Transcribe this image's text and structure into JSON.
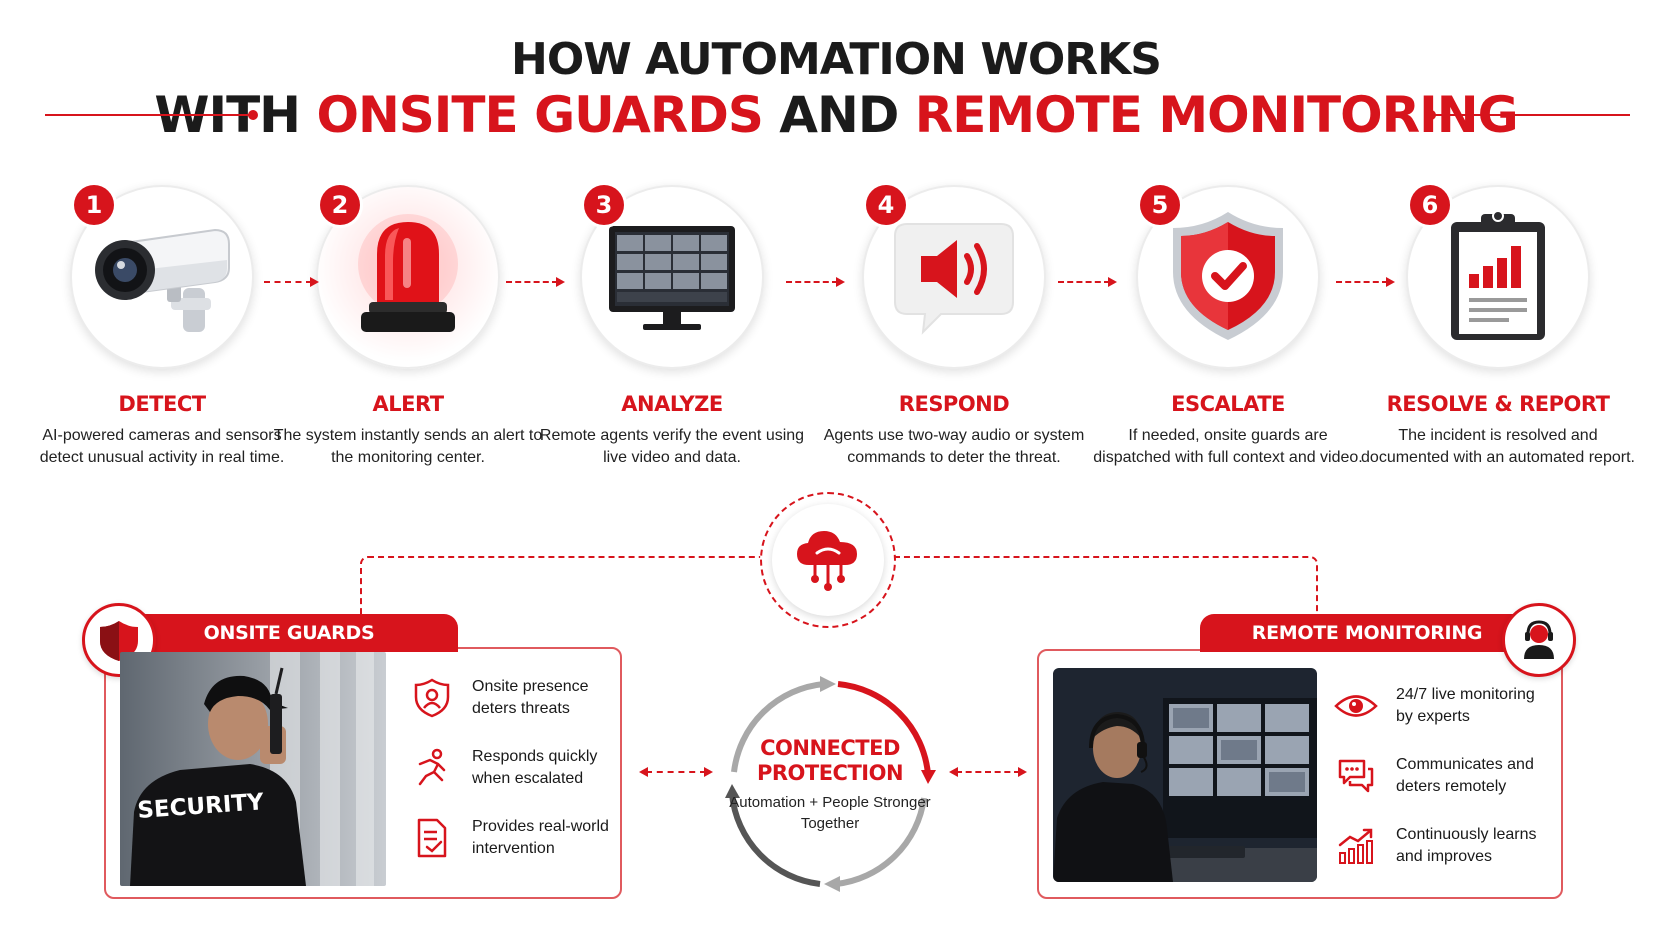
{
  "header": {
    "line1": "HOW AUTOMATION WORKS",
    "line2_prefix": "WITH ",
    "line2_red1": "ONSITE GUARDS",
    "line2_mid": " AND ",
    "line2_red2": "REMOTE MONITORING"
  },
  "colors": {
    "accent": "#d7141c",
    "text": "#1b1b1b",
    "panel_border": "#e05a5e"
  },
  "steps": [
    {
      "num": "1",
      "title": "DETECT",
      "desc": "AI-powered cameras and sensors detect unusual activity in real time.",
      "icon": "security-camera-icon"
    },
    {
      "num": "2",
      "title": "ALERT",
      "desc": "The system instantly sends an alert to the monitoring center.",
      "icon": "siren-icon"
    },
    {
      "num": "3",
      "title": "ANALYZE",
      "desc": "Remote agents verify the event using live video and data.",
      "icon": "monitor-icon"
    },
    {
      "num": "4",
      "title": "RESPOND",
      "desc": "Agents use two-way audio or system commands to deter the threat.",
      "icon": "speaker-icon"
    },
    {
      "num": "5",
      "title": "ESCALATE",
      "desc": "If needed, onsite guards are dispatched with full context and video.",
      "icon": "shield-check-icon"
    },
    {
      "num": "6",
      "title": "RESOLVE & REPORT",
      "desc": "The incident is resolved and documented with an automated report.",
      "icon": "clipboard-report-icon"
    }
  ],
  "onsite": {
    "tab": "ONSITE GUARDS",
    "photo_text": "SECURITY",
    "features": [
      {
        "text": "Onsite presence deters threats",
        "icon": "shield-person-icon"
      },
      {
        "text": "Responds quickly when escalated",
        "icon": "running-person-icon"
      },
      {
        "text": "Provides real-world intervention",
        "icon": "document-check-icon"
      }
    ]
  },
  "remote": {
    "tab": "REMOTE MONITORING",
    "features": [
      {
        "text": "24/7 live monitoring by experts",
        "icon": "eye-icon"
      },
      {
        "text": "Communicates and deters remotely",
        "icon": "chat-icon"
      },
      {
        "text": "Continuously learns and improves",
        "icon": "growth-chart-icon"
      }
    ]
  },
  "center": {
    "title": "CONNECTED PROTECTION",
    "subtitle": "Automation + People Stronger Together"
  }
}
